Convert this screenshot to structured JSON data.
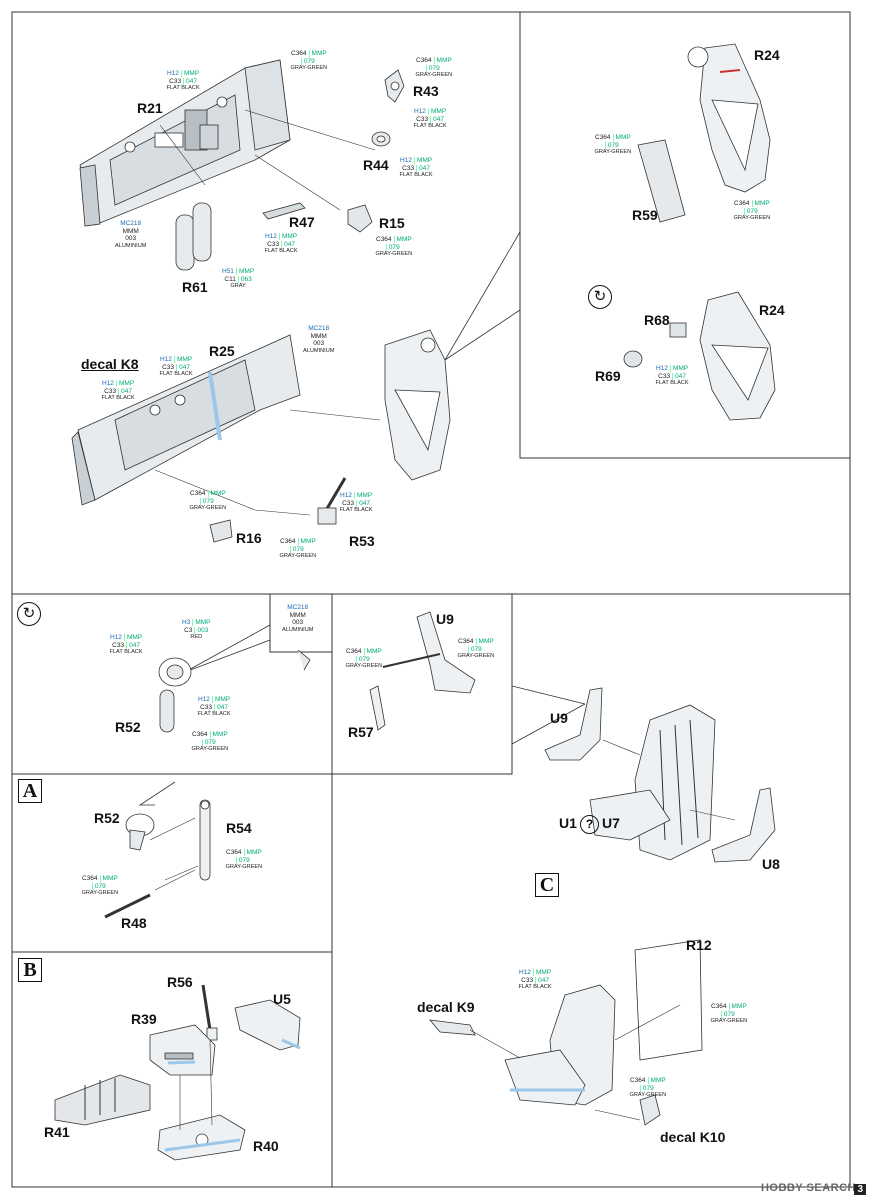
{
  "page_number": "3",
  "watermark": "HOBBY SEARCH",
  "section_labels": {
    "A": "A",
    "B": "B",
    "C": "C"
  },
  "swap_icon": "↻",
  "question_icon": "?",
  "parts": {
    "R21": "R21",
    "R43": "R43",
    "R44": "R44",
    "R47": "R47",
    "R15": "R15",
    "R61": "R61",
    "R24a": "R24",
    "R59": "R59",
    "R24b": "R24",
    "R68": "R68",
    "R69": "R69",
    "R25": "R25",
    "decal_K8": "decal K8",
    "R16": "R16",
    "R53": "R53",
    "R52a": "R52",
    "U9a": "U9",
    "R57": "R57",
    "R52b": "R52",
    "R54": "R54",
    "R48": "R48",
    "U9b": "U9",
    "U1": "U1",
    "U7": "U7",
    "U8": "U8",
    "R56": "R56",
    "U5": "U5",
    "R39": "R39",
    "R41": "R41",
    "R40": "R40",
    "R12": "R12",
    "decal_K9": "decal K9",
    "decal_K10": "decal K10"
  },
  "paints": {
    "p01": {
      "a": "C364",
      "ah": "",
      "b1": "MMP",
      "b2": "079",
      "name": "GRAY-GREEN"
    },
    "p02": {
      "a": "H12",
      "ah": "C33",
      "b1": "MMP",
      "b2": "047",
      "name": "FLAT BLACK"
    },
    "p03": {
      "a": "C364",
      "ah": "",
      "b1": "MMP",
      "b2": "079",
      "name": "GRAY-GREEN"
    },
    "p04": {
      "a": "H12",
      "ah": "C33",
      "b1": "MMP",
      "b2": "047",
      "name": "FLAT BLACK"
    },
    "p05": {
      "a": "H12",
      "ah": "C33",
      "b1": "MMP",
      "b2": "047",
      "name": "FLAT BLACK"
    },
    "p06": {
      "a": "MC218",
      "ah": "MMM",
      "b1": "003",
      "b2": "",
      "name": "ALUMINIUM"
    },
    "p07": {
      "a": "H12",
      "ah": "C33",
      "b1": "MMP",
      "b2": "047",
      "name": "FLAT BLACK"
    },
    "p08": {
      "a": "C364",
      "ah": "",
      "b1": "MMP",
      "b2": "079",
      "name": "GRAY-GREEN"
    },
    "p09": {
      "a": "H51",
      "ah": "C11",
      "b1": "MMP",
      "b2": "063",
      "name": "GRAY"
    },
    "p10": {
      "a": "C364",
      "ah": "",
      "b1": "MMP",
      "b2": "079",
      "name": "GRAY-GREEN"
    },
    "p11": {
      "a": "C364",
      "ah": "",
      "b1": "MMP",
      "b2": "079",
      "name": "GRAY-GREEN"
    },
    "p12": {
      "a": "H12",
      "ah": "C33",
      "b1": "MMP",
      "b2": "047",
      "name": "FLAT BLACK"
    },
    "p13": {
      "a": "MC218",
      "ah": "MMM",
      "b1": "003",
      "b2": "",
      "name": "ALUMINIUM"
    },
    "p14": {
      "a": "H12",
      "ah": "C33",
      "b1": "MMP",
      "b2": "047",
      "name": "FLAT BLACK"
    },
    "p15": {
      "a": "H12",
      "ah": "C33",
      "b1": "MMP",
      "b2": "047",
      "name": "FLAT BLACK"
    },
    "p16": {
      "a": "C364",
      "ah": "",
      "b1": "MMP",
      "b2": "079",
      "name": "GRAY-GREEN"
    },
    "p17": {
      "a": "H12",
      "ah": "C33",
      "b1": "MMP",
      "b2": "047",
      "name": "FLAT BLACK"
    },
    "p18": {
      "a": "C364",
      "ah": "",
      "b1": "MMP",
      "b2": "079",
      "name": "GRAY-GREEN"
    },
    "p19": {
      "a": "H3",
      "ah": "C3",
      "b1": "MMP",
      "b2": "003",
      "name": "RED"
    },
    "p20": {
      "a": "MC218",
      "ah": "MMM",
      "b1": "003",
      "b2": "",
      "name": "ALUMINIUM"
    },
    "p21": {
      "a": "H12",
      "ah": "C33",
      "b1": "MMP",
      "b2": "047",
      "name": "FLAT BLACK"
    },
    "p22": {
      "a": "H12",
      "ah": "C33",
      "b1": "MMP",
      "b2": "047",
      "name": "FLAT BLACK"
    },
    "p23": {
      "a": "C364",
      "ah": "",
      "b1": "MMP",
      "b2": "079",
      "name": "GRAY-GREEN"
    },
    "p24": {
      "a": "C364",
      "ah": "",
      "b1": "MMP",
      "b2": "079",
      "name": "GRAY-GREEN"
    },
    "p25": {
      "a": "C364",
      "ah": "",
      "b1": "MMP",
      "b2": "079",
      "name": "GRAY-GREEN"
    },
    "p26": {
      "a": "C364",
      "ah": "",
      "b1": "MMP",
      "b2": "079",
      "name": "GRAY-GREEN"
    },
    "p27": {
      "a": "C364",
      "ah": "",
      "b1": "MMP",
      "b2": "079",
      "name": "GRAY-GREEN"
    },
    "p28": {
      "a": "H12",
      "ah": "C33",
      "b1": "MMP",
      "b2": "047",
      "name": "FLAT BLACK"
    },
    "p29": {
      "a": "C364",
      "ah": "",
      "b1": "MMP",
      "b2": "079",
      "name": "GRAY-GREEN"
    },
    "p30": {
      "a": "C364",
      "ah": "",
      "b1": "MMP",
      "b2": "079",
      "name": "GRAY-GREEN"
    }
  }
}
